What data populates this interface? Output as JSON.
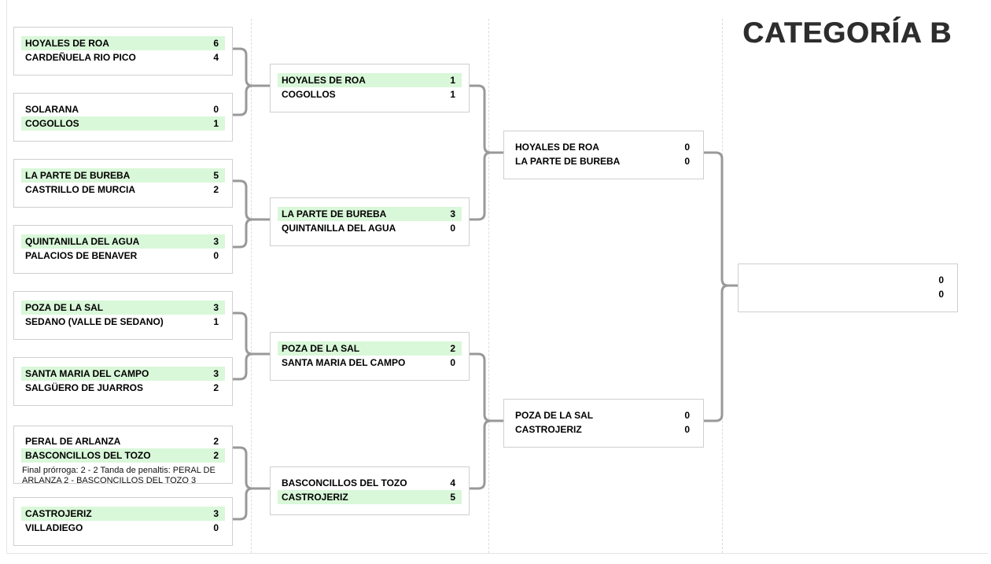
{
  "title": "CATEGORÍA B",
  "colors": {
    "highlight": "#d9f7d9",
    "connector": "#999999",
    "box_border": "#cfcfcf",
    "title_color": "#2d2d2d"
  },
  "rounds": [
    {
      "matches": [
        {
          "home": {
            "name": "HOYALES DE ROA",
            "score": "6",
            "winner": true
          },
          "away": {
            "name": "CARDEÑUELA RIO PICO",
            "score": "4",
            "winner": false
          }
        },
        {
          "home": {
            "name": "SOLARANA",
            "score": "0",
            "winner": false
          },
          "away": {
            "name": "COGOLLOS",
            "score": "1",
            "winner": true
          }
        },
        {
          "home": {
            "name": "LA PARTE DE BUREBA",
            "score": "5",
            "winner": true
          },
          "away": {
            "name": "CASTRILLO DE MURCIA",
            "score": "2",
            "winner": false
          }
        },
        {
          "home": {
            "name": "QUINTANILLA DEL AGUA",
            "score": "3",
            "winner": true
          },
          "away": {
            "name": "PALACIOS DE BENAVER",
            "score": "0",
            "winner": false
          }
        },
        {
          "home": {
            "name": "POZA DE LA SAL",
            "score": "3",
            "winner": true
          },
          "away": {
            "name": "SEDANO (VALLE DE SEDANO)",
            "score": "1",
            "winner": false
          }
        },
        {
          "home": {
            "name": "SANTA MARIA DEL CAMPO",
            "score": "3",
            "winner": true
          },
          "away": {
            "name": "SALGÜERO DE JUARROS",
            "score": "2",
            "winner": false
          }
        },
        {
          "home": {
            "name": "PERAL DE ARLANZA",
            "score": "2",
            "winner": false
          },
          "away": {
            "name": "BASCONCILLOS DEL TOZO",
            "score": "2",
            "winner": true
          },
          "note": "Final prórroga: 2 - 2 Tanda de penaltis: PERAL DE ARLANZA 2 - BASCONCILLOS DEL TOZO 3"
        },
        {
          "home": {
            "name": "CASTROJERIZ",
            "score": "3",
            "winner": true
          },
          "away": {
            "name": "VILLADIEGO",
            "score": "0",
            "winner": false
          }
        }
      ]
    },
    {
      "matches": [
        {
          "home": {
            "name": "HOYALES DE ROA",
            "score": "1",
            "winner": true
          },
          "away": {
            "name": "COGOLLOS",
            "score": "1",
            "winner": false
          }
        },
        {
          "home": {
            "name": "LA PARTE DE BUREBA",
            "score": "3",
            "winner": true
          },
          "away": {
            "name": "QUINTANILLA DEL AGUA",
            "score": "0",
            "winner": false
          }
        },
        {
          "home": {
            "name": "POZA DE LA SAL",
            "score": "2",
            "winner": true
          },
          "away": {
            "name": "SANTA MARIA DEL CAMPO",
            "score": "0",
            "winner": false
          }
        },
        {
          "home": {
            "name": "BASCONCILLOS DEL TOZO",
            "score": "4",
            "winner": false
          },
          "away": {
            "name": "CASTROJERIZ",
            "score": "5",
            "winner": true
          }
        }
      ]
    },
    {
      "matches": [
        {
          "home": {
            "name": "HOYALES DE ROA",
            "score": "0",
            "winner": false
          },
          "away": {
            "name": "LA PARTE DE BUREBA",
            "score": "0",
            "winner": false
          }
        },
        {
          "home": {
            "name": "POZA DE LA SAL",
            "score": "0",
            "winner": false
          },
          "away": {
            "name": "CASTROJERIZ",
            "score": "0",
            "winner": false
          }
        }
      ]
    },
    {
      "matches": [
        {
          "home": {
            "name": "",
            "score": "0",
            "winner": false
          },
          "away": {
            "name": "",
            "score": "0",
            "winner": false
          }
        }
      ]
    }
  ]
}
